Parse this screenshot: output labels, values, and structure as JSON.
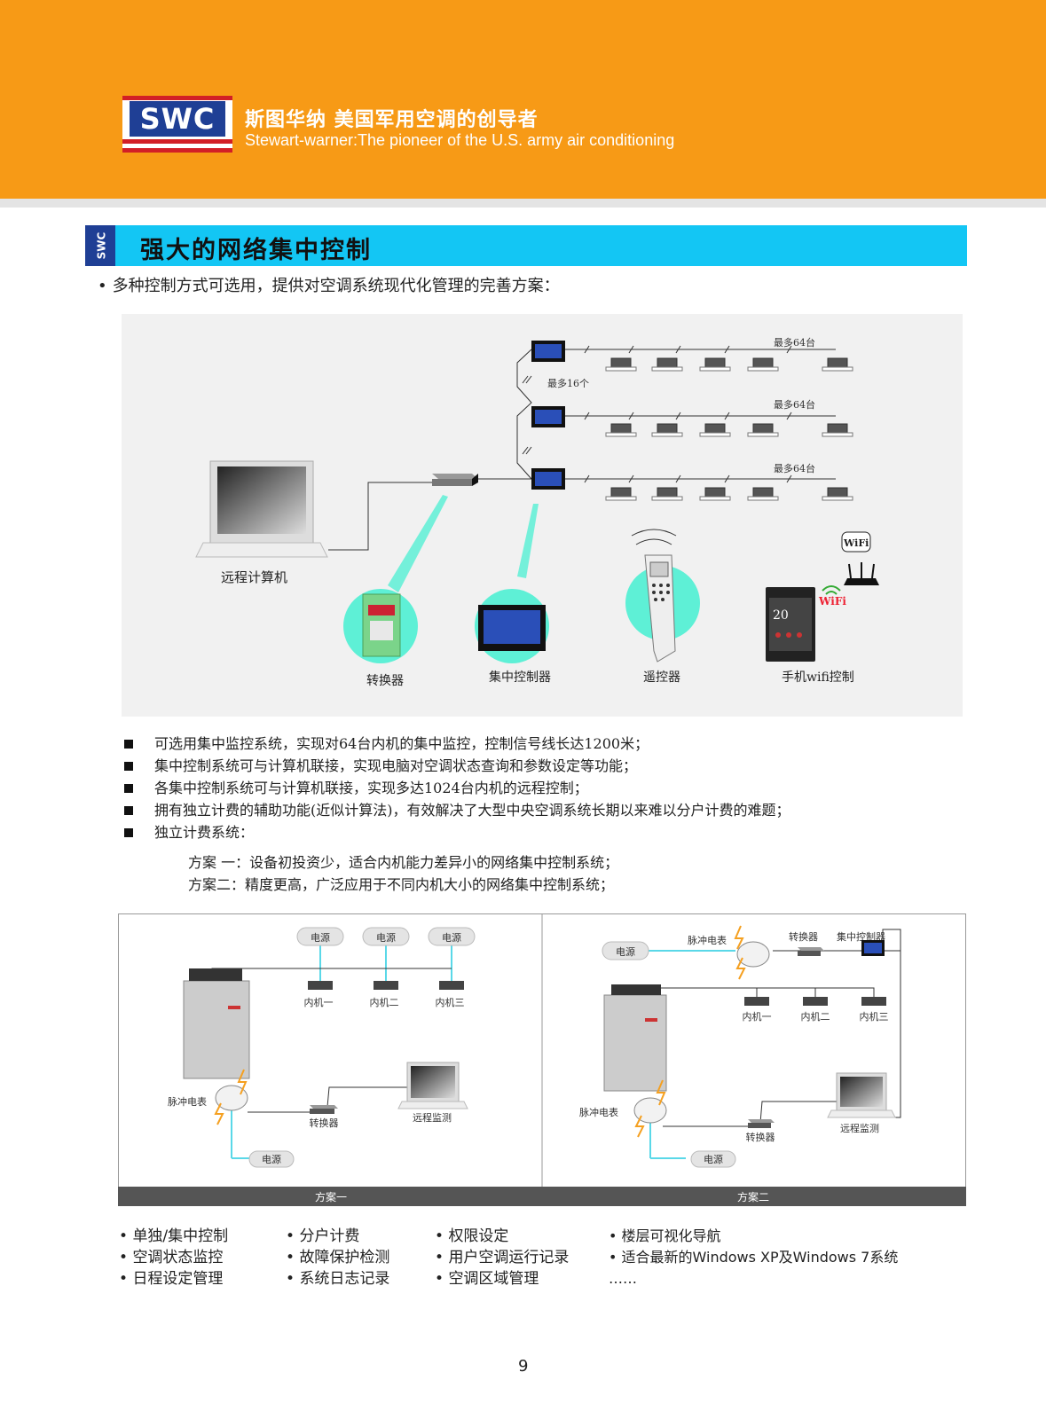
{
  "header": {
    "logo_text": "SWC",
    "brand_cn": "斯图华纳 美国军用空调的创导者",
    "brand_en": "Stewart-warner:The pioneer of the U.S. army air conditioning",
    "color": "#f79a16"
  },
  "section": {
    "badge": "SWC",
    "title": "强大的网络集中控制",
    "bar_color": "#13c6f4"
  },
  "intro": "多种控制方式可选用，提供对空调系统现代化管理的完善方案：",
  "diagram_top": {
    "labels": {
      "max16": "最多16个",
      "max64_1": "最多64台",
      "max64_2": "最多64台",
      "max64_3": "最多64台",
      "computer": "远程计算机",
      "converter": "转换器",
      "controller": "集中控制器",
      "remote": "遥控器",
      "wifi": "手机wifi控制",
      "wifi_badge": "WiFi",
      "phone_temp": "20"
    }
  },
  "features": [
    "可选用集中监控系统，实现对64台内机的集中监控，控制信号线长达1200米；",
    "集中控制系统可与计算机联接，实现电脑对空调状态查询和参数设定等功能；",
    "各集中控制系统可与计算机联接，实现多达1024台内机的远程控制；",
    "拥有独立计费的辅助功能(近似计算法)，有效解决了大型中央空调系统长期以来难以分户计费的难题；",
    "独立计费系统："
  ],
  "schemes": [
    "方案 一：设备初投资少，适合内机能力差异小的网络集中控制系统；",
    "方案二：精度更高，广泛应用于不同内机大小的网络集中控制系统；"
  ],
  "diagram_bottom": {
    "left": {
      "caption": "方案一",
      "power1": "电源",
      "power2": "电源",
      "power3": "电源",
      "unit1": "内机一",
      "unit2": "内机二",
      "unit3": "内机三",
      "meter": "脉冲电表",
      "converter": "转换器",
      "monitor": "远程监测",
      "power_bottom": "电源"
    },
    "right": {
      "caption": "方案二",
      "power_top": "电源",
      "meter_top": "脉冲电表",
      "converter_top": "转换器",
      "controller": "集中控制器",
      "unit1": "内机一",
      "unit2": "内机二",
      "unit3": "内机三",
      "meter": "脉冲电表",
      "converter": "转换器",
      "monitor": "远程监测",
      "power_bottom": "电源"
    }
  },
  "bottom_columns": [
    [
      "单独/集中控制",
      "空调状态监控",
      "日程设定管理"
    ],
    [
      "分户计费",
      "故障保护检测",
      "系统日志记录"
    ],
    [
      "权限设定",
      "用户空调运行记录",
      "空调区域管理"
    ],
    [
      "楼层可视化导航",
      "适合最新的Windows XP及Windows 7系统"
    ]
  ],
  "ellipsis": "……",
  "page_number": "9"
}
